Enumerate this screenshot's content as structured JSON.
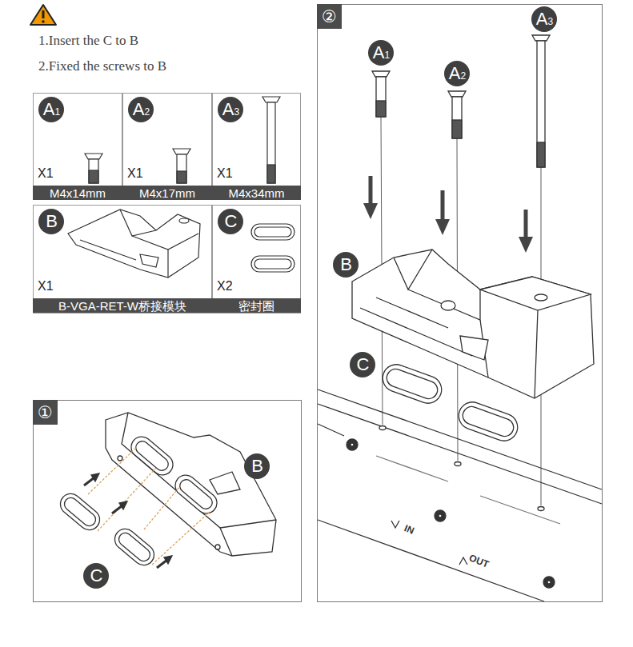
{
  "diagram": {
    "nodes": [
      {
        "text": [
          "X1"
        ]
      },
      {
        "text": [
          "A1"
        ],
        "in": 0
      },
      {
        "text": [
          "M4x14mm"
        ],
        "in": 0
      },
      {
        "text": [
          "X1"
        ]
      },
      {
        "text": [
          "A2"
        ],
        "in": 3
      },
      {
        "text": [
          "M4x17mm"
        ],
        "in": 3
      },
      {
        "text": [
          "X1"
        ]
      },
      {
        "text": [
          "A3"
        ],
        "in": 6
      },
      {
        "text": [
          "M4x34mm"
        ],
        "in": 6
      },
      {
        "text": [
          "X1"
        ]
      },
      {
        "text": [
          "B"
        ],
        "in": 9
      },
      {
        "text": [
          "B-VGA-RET-W桥接模块"
        ],
        "in": 9
      },
      {
        "text": [
          "X2"
        ]
      },
      {
        "text": [
          "C"
        ],
        "in": 12
      },
      {
        "text": [
          "密封圈"
        ],
        "in": 12
      },
      {
        "text": [
          "②"
        ]
      },
      {
        "text": [
          "A1"
        ],
        "in": 15
      },
      {
        "text": [
          "A2"
        ],
        "in": 15
      },
      {
        "text": [
          "A3"
        ],
        "in": 15
      },
      {
        "text": [
          "B"
        ],
        "in": 15
      },
      {
        "text": [
          "C"
        ],
        "in": 15
      },
      {
        "text": [
          "①"
        ]
      },
      {
        "text": [
          "B"
        ],
        "in": 21
      },
      {
        "text": [
          "C"
        ],
        "in": 21
      }
    ],
    "labels": [
      "1.Insert the C to B",
      "2.Fixed the screws to B",
      "IN",
      "OUT"
    ]
  }
}
